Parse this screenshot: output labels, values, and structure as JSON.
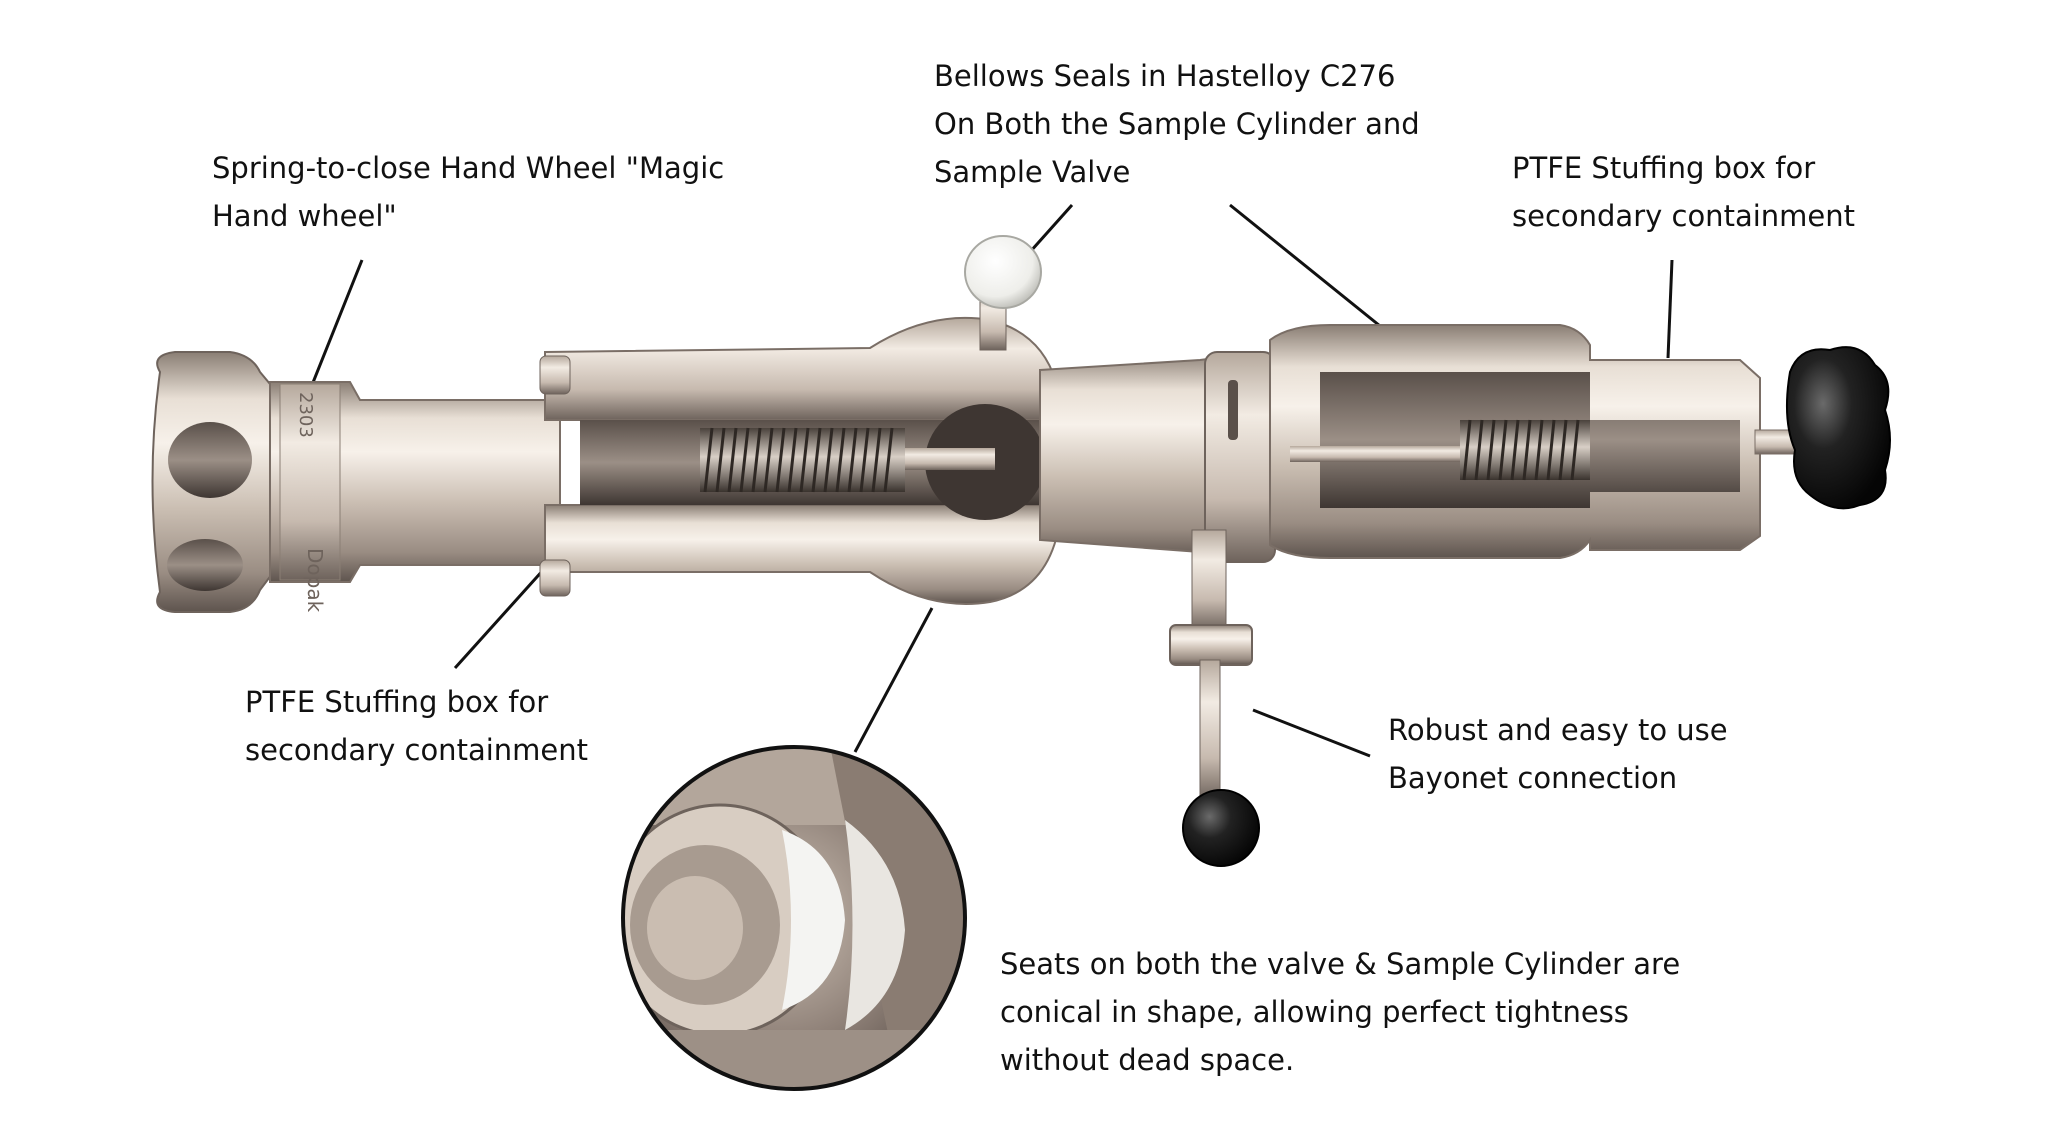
{
  "callouts": {
    "handwheel": {
      "lines": [
        "Spring-to-close Hand Wheel \"Magic",
        "Hand wheel\""
      ]
    },
    "bellows": {
      "lines": [
        "Bellows Seals in Hastelloy C276",
        "On Both the Sample Cylinder and",
        "Sample Valve"
      ]
    },
    "ptfe_right": {
      "lines": [
        "PTFE Stuffing box for",
        "secondary containment"
      ]
    },
    "ptfe_left": {
      "lines": [
        "PTFE Stuffing box for",
        "secondary containment"
      ]
    },
    "bayonet": {
      "lines": [
        "Robust and easy to use",
        "Bayonet connection"
      ]
    },
    "seats": {
      "lines": [
        "Seats on both the valve & Sample Cylinder are",
        "conical in shape, allowing perfect tightness",
        "without dead space."
      ]
    }
  },
  "engraving": {
    "brand": "Dopak",
    "code": "2303"
  },
  "colors": {
    "steel_light": "#ece4da",
    "steel_mid": "#c8bcb0",
    "steel_dark": "#7a6e66",
    "steel_shadow": "#4a423e",
    "knob_black": "#161616",
    "ptfe_white": "#f4f4f2",
    "leader_line": "#111111"
  }
}
